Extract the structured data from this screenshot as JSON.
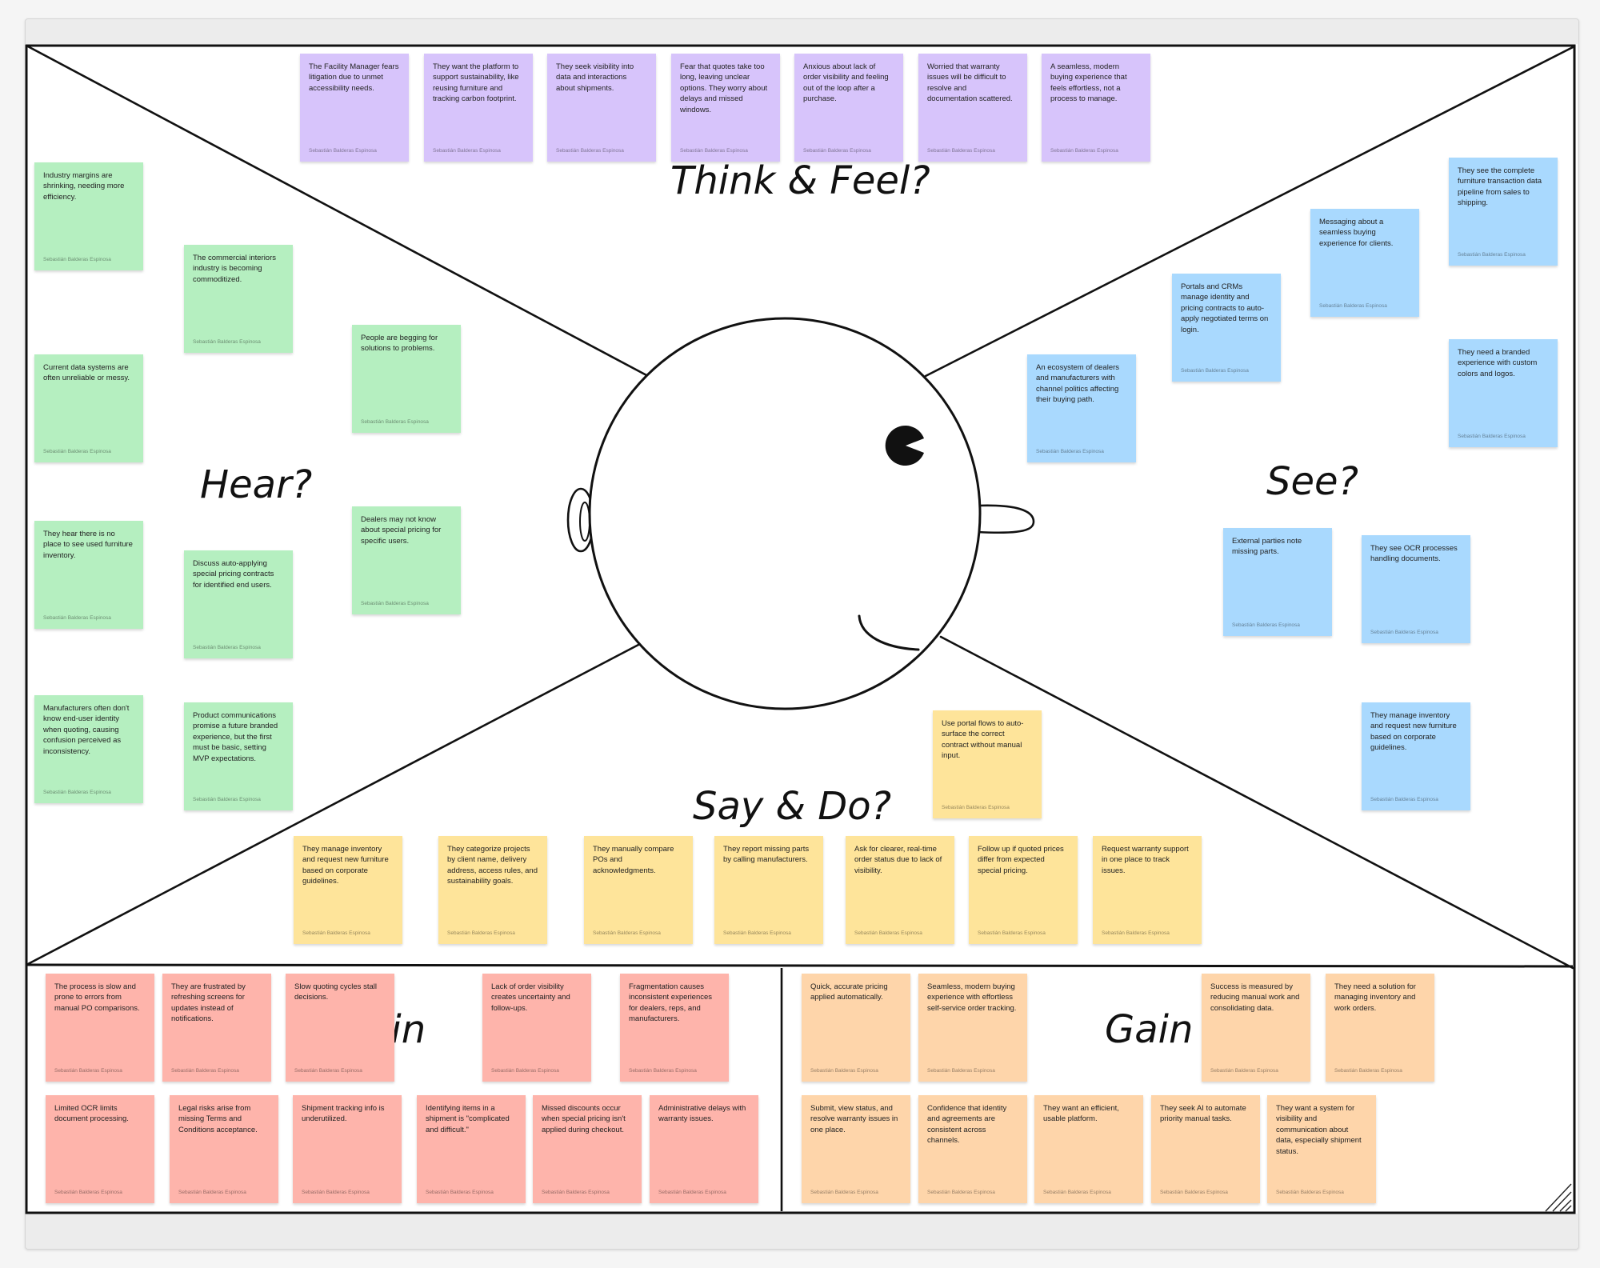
{
  "labels": {
    "think": "Think & Feel?",
    "hear": "Hear?",
    "see": "See?",
    "say": "Say & Do?",
    "pain": "Pain",
    "gain": "Gain"
  },
  "colors": {
    "purple": "#d7c4fb",
    "green": "#b5efc0",
    "blue": "#a9d9fe",
    "yellow": "#fee49a",
    "red": "#feb4ab",
    "orange": "#fed5aa"
  },
  "author": "Sebastián Balderas Espinosa",
  "notes": [
    {
      "color": "purple",
      "text": "The Facility Manager fears litigation due to unmet accessibility needs."
    },
    {
      "color": "purple",
      "text": "They want the platform to support sustainability, like reusing furniture and tracking carbon footprint."
    },
    {
      "color": "purple",
      "text": "They seek visibility into data and interactions about shipments."
    },
    {
      "color": "purple",
      "text": "Fear that quotes take too long, leaving unclear options. They worry about delays and missed windows."
    },
    {
      "color": "purple",
      "text": "Anxious about lack of order visibility and feeling out of the loop after a purchase."
    },
    {
      "color": "purple",
      "text": "Worried that warranty issues will be difficult to resolve and documentation scattered."
    },
    {
      "color": "purple",
      "text": "A seamless, modern buying experience that feels effortless, not a process to manage."
    },
    {
      "color": "green",
      "text": "Industry margins are shrinking, needing more efficiency."
    },
    {
      "color": "green",
      "text": "The commercial interiors industry is becoming commoditized."
    },
    {
      "color": "green",
      "text": "Current data systems are often unreliable or messy."
    },
    {
      "color": "green",
      "text": "People are begging for solutions to problems."
    },
    {
      "color": "green",
      "text": "They hear there is no place to see used furniture inventory."
    },
    {
      "color": "green",
      "text": "Dealers may not know about special pricing for specific users."
    },
    {
      "color": "green",
      "text": "Discuss auto-applying special pricing contracts for identified end users."
    },
    {
      "color": "green",
      "text": "Manufacturers often don't know end-user identity when quoting, causing confusion perceived as inconsistency."
    },
    {
      "color": "green",
      "text": "Product communications promise a future branded experience, but the first must be basic, setting MVP expectations."
    },
    {
      "color": "blue",
      "text": "They see the complete furniture transaction data pipeline from sales to shipping."
    },
    {
      "color": "blue",
      "text": "Messaging about a seamless buying experience for clients."
    },
    {
      "color": "blue",
      "text": "Portals and CRMs manage identity and pricing contracts to auto-apply negotiated terms on login."
    },
    {
      "color": "blue",
      "text": "They need a branded experience with custom colors and logos."
    },
    {
      "color": "blue",
      "text": "An ecosystem of dealers and manufacturers with channel politics affecting their buying path."
    },
    {
      "color": "blue",
      "text": "External parties note missing parts."
    },
    {
      "color": "blue",
      "text": "They see OCR processes handling documents."
    },
    {
      "color": "blue",
      "text": "They manage inventory and request new furniture based on corporate guidelines."
    },
    {
      "color": "yellow",
      "text": "Use portal flows to auto-surface the correct contract without manual input."
    },
    {
      "color": "yellow",
      "text": "They manage inventory and request new furniture based on corporate guidelines."
    },
    {
      "color": "yellow",
      "text": "They categorize projects by client name, delivery address, access rules, and sustainability goals."
    },
    {
      "color": "yellow",
      "text": "They manually compare POs and acknowledgments."
    },
    {
      "color": "yellow",
      "text": "They report missing parts by calling manufacturers."
    },
    {
      "color": "yellow",
      "text": "Ask for clearer, real-time order status due to lack of visibility."
    },
    {
      "color": "yellow",
      "text": "Follow up if quoted prices differ from expected special pricing."
    },
    {
      "color": "yellow",
      "text": "Request warranty support in one place to track issues."
    },
    {
      "color": "red",
      "text": "The process is slow and prone to errors from manual PO comparisons."
    },
    {
      "color": "red",
      "text": "They are frustrated by refreshing screens for updates instead of notifications."
    },
    {
      "color": "red",
      "text": "Slow quoting cycles stall decisions."
    },
    {
      "color": "red",
      "text": "Lack of order visibility creates uncertainty and follow-ups."
    },
    {
      "color": "red",
      "text": "Fragmentation causes inconsistent experiences for dealers, reps, and manufacturers."
    },
    {
      "color": "red",
      "text": "Limited OCR limits document processing."
    },
    {
      "color": "red",
      "text": "Legal risks arise from missing Terms and Conditions acceptance."
    },
    {
      "color": "red",
      "text": "Shipment tracking info is underutilized."
    },
    {
      "color": "red",
      "text": "Identifying items in a shipment is \"complicated and difficult.\""
    },
    {
      "color": "red",
      "text": "Missed discounts occur when special pricing isn't applied during checkout."
    },
    {
      "color": "red",
      "text": "Administrative delays with warranty issues."
    },
    {
      "color": "orange",
      "text": "Quick, accurate pricing applied automatically."
    },
    {
      "color": "orange",
      "text": "Seamless, modern buying experience with effortless self-service order tracking."
    },
    {
      "color": "orange",
      "text": "Success is measured by reducing manual work and consolidating data."
    },
    {
      "color": "orange",
      "text": "They need a solution for managing inventory and work orders."
    },
    {
      "color": "orange",
      "text": "Submit, view status, and resolve warranty issues in one place."
    },
    {
      "color": "orange",
      "text": "Confidence that identity and agreements are consistent across channels."
    },
    {
      "color": "orange",
      "text": "They want an efficient, usable platform."
    },
    {
      "color": "orange",
      "text": "They seek AI to automate priority manual tasks."
    },
    {
      "color": "orange",
      "text": "They want a system for visibility and communication about data, especially shipment status."
    }
  ]
}
